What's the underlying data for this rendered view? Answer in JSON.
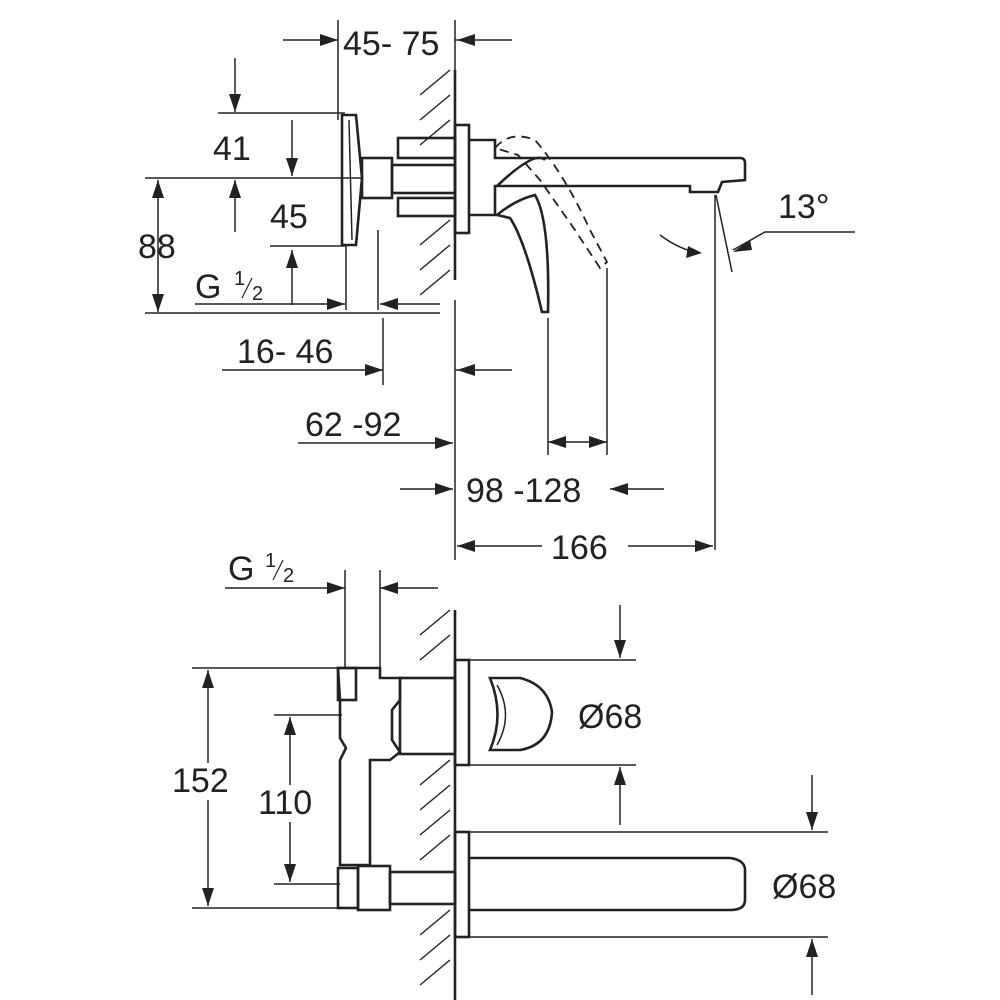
{
  "side_view": {
    "dims": {
      "flange_depth": "45- 75",
      "h41": "41",
      "h45": "45",
      "h88": "88",
      "thread_prefix": "G",
      "thread_num": "1",
      "thread_den": "2",
      "valve_depth": "16- 46",
      "wall_depth": "62 -92",
      "spout_range": "98 -128",
      "projection": "166",
      "angle": "13°"
    }
  },
  "top_view": {
    "dims": {
      "thread_prefix": "G",
      "thread_num": "1",
      "thread_den": "2",
      "h152": "152",
      "h110": "110",
      "dia_handle": "Ø68",
      "dia_spout": "Ø68"
    }
  }
}
